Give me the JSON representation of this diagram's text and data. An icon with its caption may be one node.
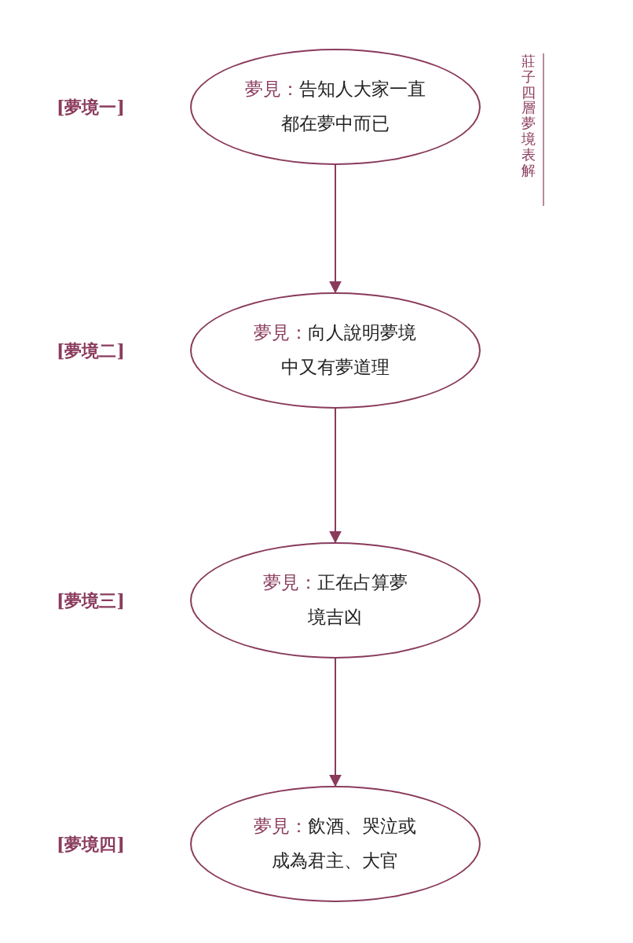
{
  "diagram": {
    "title": "莊子四層夢境表解",
    "nodes": [
      {
        "text": [
          "夢見：",
          "告知人大家一直都在夢中而已"
        ],
        "beside": [
          "[夢境一]"
        ]
      },
      {
        "text": [
          "夢見：",
          "向人說明夢境中又有夢道理"
        ],
        "beside": [
          "[夢境二]"
        ]
      },
      {
        "text": [
          "夢見：",
          "正在占算夢境吉凶"
        ],
        "beside": [
          "[夢境三]"
        ]
      },
      {
        "text": [
          "夢見：",
          "飲酒、哭泣或成為君主、大官"
        ],
        "beside": [
          "[夢境四]"
        ]
      }
    ],
    "edges": [
      {
        "from": 0,
        "to": 1,
        "arrow": "to"
      },
      {
        "from": 1,
        "to": 2,
        "arrow": "to"
      },
      {
        "from": 2,
        "to": 3,
        "arrow": "to"
      }
    ]
  }
}
